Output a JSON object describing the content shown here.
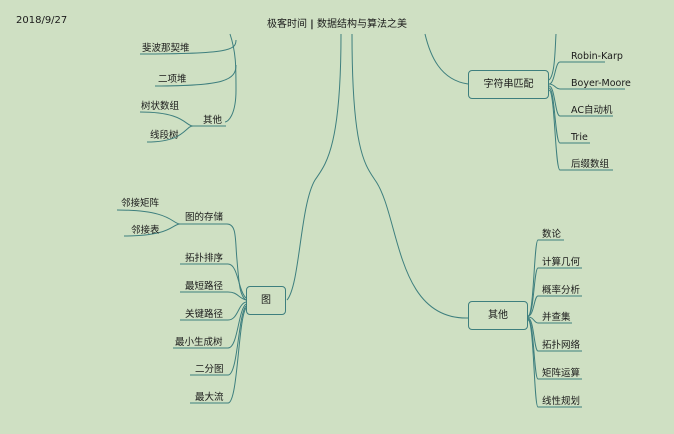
{
  "header": {
    "date": "2018/9/27",
    "title_pre": "极客时间",
    "title_sep": "|",
    "title_post": "数据结构与算法之美"
  },
  "colors": {
    "background": "#cfe0c3",
    "line": "#3e7f7e"
  },
  "left_top": {
    "fib_heap": "斐波那契堆",
    "binomial_heap": "二项堆",
    "other": "其他",
    "bit": "树状数组",
    "segment_tree": "线段树"
  },
  "graph": {
    "node": "图",
    "storage": "图的存储",
    "adj_matrix": "邻接矩阵",
    "adj_list": "邻接表",
    "topo_sort": "拓扑排序",
    "shortest_path": "最短路径",
    "critical_path": "关键路径",
    "mst": "最小生成树",
    "bipartite": "二分图",
    "max_flow": "最大流"
  },
  "string_match": {
    "node": "字符串匹配",
    "items": [
      "Robin-Karp",
      "Boyer-Moore",
      "AC自动机",
      "Trie",
      "后缀数组"
    ]
  },
  "other_right": {
    "node": "其他",
    "items": [
      "数论",
      "计算几何",
      "概率分析",
      "并查集",
      "拓扑网络",
      "矩阵运算",
      "线性规划"
    ]
  }
}
